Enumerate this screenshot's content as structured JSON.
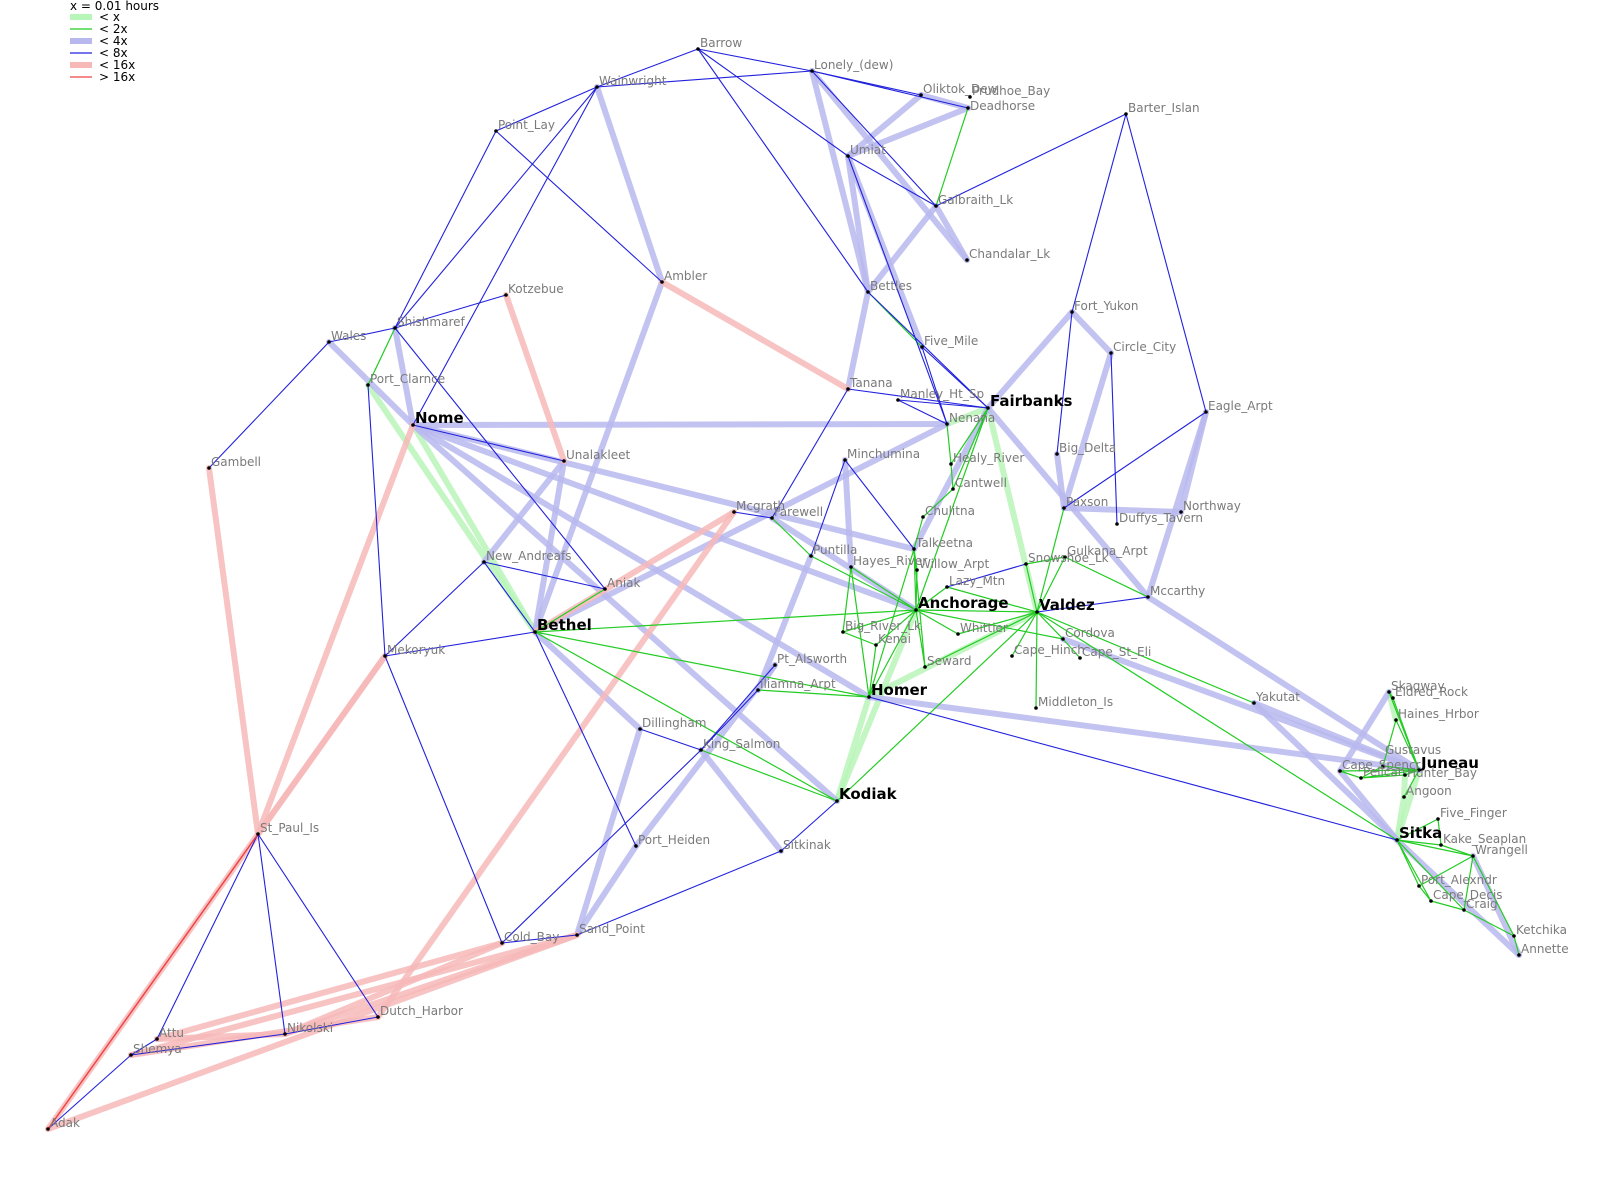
{
  "legend": {
    "title": "x = 0.01 hours",
    "entries": [
      {
        "label": "< x",
        "color": "#b8f5b8",
        "thick": true
      },
      {
        "label": "< 2x",
        "color": "#22cc22",
        "thick": false
      },
      {
        "label": "< 4x",
        "color": "#b8b8ee",
        "thick": true
      },
      {
        "label": "< 8x",
        "color": "#2222dd",
        "thick": false
      },
      {
        "label": "< 16x",
        "color": "#f7b8b8",
        "thick": true
      },
      {
        "label": "> 16x",
        "color": "#ee4444",
        "thick": false
      }
    ]
  },
  "nodes": [
    {
      "id": "Barrow",
      "label": "Barrow"
    },
    {
      "id": "Lonely",
      "label": "Lonely_(dew)"
    },
    {
      "id": "Wainwright",
      "label": "Wainwright"
    },
    {
      "id": "Oliktok",
      "label": "Oliktok_Dew"
    },
    {
      "id": "Prudhoe",
      "label": "Prudhoe_Bay"
    },
    {
      "id": "Deadhorse",
      "label": "Deadhorse"
    },
    {
      "id": "Barter",
      "label": "Barter_Islan"
    },
    {
      "id": "PointLay",
      "label": "Point_Lay"
    },
    {
      "id": "Umiat",
      "label": "Umiat"
    },
    {
      "id": "Galbraith",
      "label": "Galbraith_Lk"
    },
    {
      "id": "Chandalar",
      "label": "Chandalar_Lk"
    },
    {
      "id": "Ambler",
      "label": "Ambler"
    },
    {
      "id": "Kotzebue",
      "label": "Kotzebue"
    },
    {
      "id": "Bettles",
      "label": "Bettles"
    },
    {
      "id": "FortYukon",
      "label": "Fort_Yukon"
    },
    {
      "id": "Shishmaref",
      "label": "Shishmaref"
    },
    {
      "id": "Wales",
      "label": "Wales"
    },
    {
      "id": "FiveMile",
      "label": "Five_Mile"
    },
    {
      "id": "CircleCity",
      "label": "Circle_City"
    },
    {
      "id": "PortClarnce",
      "label": "Port_Clarnce"
    },
    {
      "id": "Tanana",
      "label": "Tanana"
    },
    {
      "id": "Manley",
      "label": "Manley_Ht_Sp"
    },
    {
      "id": "Fairbanks",
      "label": "Fairbanks",
      "major": true
    },
    {
      "id": "EagleArpt",
      "label": "Eagle_Arpt"
    },
    {
      "id": "Nome",
      "label": "Nome",
      "major": true
    },
    {
      "id": "Nenana",
      "label": "Nenana"
    },
    {
      "id": "BigDelta",
      "label": "Big_Delta"
    },
    {
      "id": "Minchumina",
      "label": "Minchumina"
    },
    {
      "id": "HealyRiver",
      "label": "Healy_River"
    },
    {
      "id": "Unalakleet",
      "label": "Unalakleet"
    },
    {
      "id": "Gambell",
      "label": "Gambell"
    },
    {
      "id": "Cantwell",
      "label": "Cantwell"
    },
    {
      "id": "Mcgrath",
      "label": "Mcgrath"
    },
    {
      "id": "Paxson",
      "label": "Paxson"
    },
    {
      "id": "Northway",
      "label": "Northway"
    },
    {
      "id": "Farewell",
      "label": "Farewell"
    },
    {
      "id": "Chulitna",
      "label": "Chulitna"
    },
    {
      "id": "DuffysTavern",
      "label": "Duffys_Tavern"
    },
    {
      "id": "Talkeetna",
      "label": "Talkeetna"
    },
    {
      "id": "GulkanaArpt",
      "label": "Gulkana_Arpt"
    },
    {
      "id": "Puntilla",
      "label": "Puntilla"
    },
    {
      "id": "NewAndreafs",
      "label": "New_Andreafs"
    },
    {
      "id": "HayesRiver",
      "label": "Hayes_River"
    },
    {
      "id": "Snowshoe",
      "label": "Snowshoe_Lk"
    },
    {
      "id": "WillowArpt",
      "label": "Willow_Arpt"
    },
    {
      "id": "LazyMtn",
      "label": "Lazy_Mtn"
    },
    {
      "id": "Aniak",
      "label": "Aniak"
    },
    {
      "id": "Mccarthy",
      "label": "Mccarthy"
    },
    {
      "id": "Anchorage",
      "label": "Anchorage",
      "major": true
    },
    {
      "id": "Valdez",
      "label": "Valdez",
      "major": true
    },
    {
      "id": "Bethel",
      "label": "Bethel",
      "major": true
    },
    {
      "id": "BigRiverLk",
      "label": "Big_River_Lk"
    },
    {
      "id": "Whittier",
      "label": "Whittier"
    },
    {
      "id": "Cordova",
      "label": "Cordova"
    },
    {
      "id": "Kenai",
      "label": "Kenai"
    },
    {
      "id": "Mekoryuk",
      "label": "Mekoryuk"
    },
    {
      "id": "CapeHinch",
      "label": "Cape_Hinch"
    },
    {
      "id": "CapeStEli",
      "label": "Cape_St_Eli"
    },
    {
      "id": "Seward",
      "label": "Seward"
    },
    {
      "id": "PtAlsworth",
      "label": "Pt_Alsworth"
    },
    {
      "id": "Skagway",
      "label": "Skagway"
    },
    {
      "id": "Iliamna",
      "label": "Iliamna_Arpt"
    },
    {
      "id": "Homer",
      "label": "Homer",
      "major": true
    },
    {
      "id": "EldredRock",
      "label": "Eldred_Rock"
    },
    {
      "id": "Yakutat",
      "label": "Yakutat"
    },
    {
      "id": "MiddletonIs",
      "label": "Middleton_Is"
    },
    {
      "id": "HainesHrbor",
      "label": "Haines_Hrbor"
    },
    {
      "id": "Dillingham",
      "label": "Dillingham"
    },
    {
      "id": "KingSalmon",
      "label": "King_Salmon"
    },
    {
      "id": "Gustavus",
      "label": "Gustavus"
    },
    {
      "id": "Juneau",
      "label": "Juneau",
      "major": true
    },
    {
      "id": "CapeSpencer",
      "label": "Cape_Spencr"
    },
    {
      "id": "Pelican",
      "label": "Pelican"
    },
    {
      "id": "HunterBay",
      "label": "Hunter_Bay"
    },
    {
      "id": "Angoon",
      "label": "Angoon"
    },
    {
      "id": "Kodiak",
      "label": "Kodiak",
      "major": true
    },
    {
      "id": "FiveFinger",
      "label": "Five_Finger"
    },
    {
      "id": "StPaulIs",
      "label": "St_Paul_Is"
    },
    {
      "id": "Sitka",
      "label": "Sitka",
      "major": true
    },
    {
      "id": "KakeSeaplan",
      "label": "Kake_Seaplan"
    },
    {
      "id": "PortHeiden",
      "label": "Port_Heiden"
    },
    {
      "id": "Sitkinak",
      "label": "Sitkinak"
    },
    {
      "id": "Wrangell",
      "label": "Wrangell"
    },
    {
      "id": "PortAlexndr",
      "label": "Port_Alexndr"
    },
    {
      "id": "CapeDecis",
      "label": "Cape_Decis"
    },
    {
      "id": "Craig",
      "label": "Craig"
    },
    {
      "id": "ColdBay",
      "label": "Cold_Bay"
    },
    {
      "id": "SandPoint",
      "label": "Sand_Point"
    },
    {
      "id": "Ketchikan",
      "label": "Ketchika"
    },
    {
      "id": "Annette",
      "label": "Annette"
    },
    {
      "id": "DutchHarbor",
      "label": "Dutch_Harbor"
    },
    {
      "id": "Attu",
      "label": "Attu"
    },
    {
      "id": "Nikolski",
      "label": "Nikolski"
    },
    {
      "id": "Shemya",
      "label": "Shemya"
    },
    {
      "id": "Adak",
      "label": "Adak"
    }
  ],
  "edges": [
    [
      "Barrow",
      "Wainwright",
      4
    ],
    [
      "Barrow",
      "Lonely",
      4
    ],
    [
      "Barrow",
      "Umiat",
      4
    ],
    [
      "Barrow",
      "Bettles",
      4
    ],
    [
      "Wainwright",
      "Lonely",
      4
    ],
    [
      "Wainwright",
      "PointLay",
      4
    ],
    [
      "Wainwright",
      "Nome",
      4
    ],
    [
      "Wainwright",
      "Ambler",
      3
    ],
    [
      "Wainwright",
      "Shishmaref",
      4
    ],
    [
      "Lonely",
      "Oliktok",
      4
    ],
    [
      "Lonely",
      "Deadhorse",
      4
    ],
    [
      "Lonely",
      "Galbraith",
      4
    ],
    [
      "Lonely",
      "Bettles",
      3
    ],
    [
      "Lonely",
      "Chandalar",
      3
    ],
    [
      "Oliktok",
      "Deadhorse",
      3
    ],
    [
      "Oliktok",
      "Umiat",
      3
    ],
    [
      "Deadhorse",
      "Galbraith",
      2
    ],
    [
      "Deadhorse",
      "Umiat",
      3
    ],
    [
      "Barter",
      "Galbraith",
      4
    ],
    [
      "Barter",
      "FortYukon",
      4
    ],
    [
      "Barter",
      "EagleArpt",
      4
    ],
    [
      "PointLay",
      "Shishmaref",
      4
    ],
    [
      "PointLay",
      "Ambler",
      4
    ],
    [
      "Umiat",
      "Bettles",
      3
    ],
    [
      "Umiat",
      "Galbraith",
      4
    ],
    [
      "Umiat",
      "FiveMile",
      3
    ],
    [
      "Umiat",
      "Nenana",
      4
    ],
    [
      "Galbraith",
      "Bettles",
      3
    ],
    [
      "Galbraith",
      "Chandalar",
      3
    ],
    [
      "Ambler",
      "Tanana",
      5
    ],
    [
      "Ambler",
      "Bethel",
      3
    ],
    [
      "Kotzebue",
      "Shishmaref",
      4
    ],
    [
      "Kotzebue",
      "Unalakleet",
      5
    ],
    [
      "Bettles",
      "FiveMile",
      2
    ],
    [
      "Bettles",
      "Fairbanks",
      4
    ],
    [
      "Bettles",
      "Tanana",
      3
    ],
    [
      "FortYukon",
      "Fairbanks",
      3
    ],
    [
      "FortYukon",
      "BigDelta",
      4
    ],
    [
      "FortYukon",
      "CircleCity",
      3
    ],
    [
      "CircleCity",
      "Paxson",
      3
    ],
    [
      "CircleCity",
      "DuffysTavern",
      4
    ],
    [
      "Shishmaref",
      "Wales",
      4
    ],
    [
      "Shishmaref",
      "PortClarnce",
      2
    ],
    [
      "Shishmaref",
      "Nome",
      3
    ],
    [
      "Shishmaref",
      "Aniak",
      4
    ],
    [
      "Wales",
      "Gambell",
      4
    ],
    [
      "Wales",
      "Nome",
      3
    ],
    [
      "PortClarnce",
      "Mekoryuk",
      4
    ],
    [
      "PortClarnce",
      "Bethel",
      1
    ],
    [
      "FiveMile",
      "Nenana",
      4
    ],
    [
      "FiveMile",
      "Fairbanks",
      4
    ],
    [
      "Tanana",
      "Farewell",
      4
    ],
    [
      "Tanana",
      "Fairbanks",
      4
    ],
    [
      "Manley",
      "Fairbanks",
      4
    ],
    [
      "Manley",
      "Nenana",
      4
    ],
    [
      "Fairbanks",
      "Nenana",
      1
    ],
    [
      "Fairbanks",
      "HealyRiver",
      2
    ],
    [
      "Fairbanks",
      "Cantwell",
      2
    ],
    [
      "Fairbanks",
      "Anchorage",
      2
    ],
    [
      "Fairbanks",
      "Talkeetna",
      3
    ],
    [
      "Fairbanks",
      "Valdez",
      1
    ],
    [
      "Fairbanks",
      "Mccarthy",
      3
    ],
    [
      "EagleArpt",
      "Paxson",
      4
    ],
    [
      "EagleArpt",
      "Northway",
      3
    ],
    [
      "EagleArpt",
      "Mccarthy",
      3
    ],
    [
      "Nome",
      "Nenana",
      3
    ],
    [
      "Nome",
      "Unalakleet",
      4
    ],
    [
      "Nome",
      "Bethel",
      1
    ],
    [
      "Nome",
      "StPaulIs",
      5
    ],
    [
      "Nome",
      "Anchorage",
      3
    ],
    [
      "Nome",
      "Kodiak",
      3
    ],
    [
      "Nome",
      "Homer",
      3
    ],
    [
      "Nome",
      "Talkeetna",
      3
    ],
    [
      "Nenana",
      "Bethel",
      3
    ],
    [
      "Nenana",
      "HealyRiver",
      2
    ],
    [
      "Unalakleet",
      "NewAndreafs",
      3
    ],
    [
      "Unalakleet",
      "Bethel",
      3
    ],
    [
      "Gambell",
      "StPaulIs",
      5
    ],
    [
      "Mcgrath",
      "Bethel",
      5
    ],
    [
      "Mcgrath",
      "Farewell",
      4
    ],
    [
      "Mcgrath",
      "DutchHarbor",
      5
    ],
    [
      "Paxson",
      "BigDelta",
      3
    ],
    [
      "Paxson",
      "Northway",
      3
    ],
    [
      "Paxson",
      "Valdez",
      2
    ],
    [
      "Farewell",
      "Puntilla",
      2
    ],
    [
      "Farewell",
      "Anchorage",
      3
    ],
    [
      "Minchumina",
      "Puntilla",
      4
    ],
    [
      "Minchumina",
      "Talkeetna",
      4
    ],
    [
      "Minchumina",
      "HayesRiver",
      3
    ],
    [
      "HealyRiver",
      "Cantwell",
      2
    ],
    [
      "Cantwell",
      "Chulitna",
      2
    ],
    [
      "Chulitna",
      "Talkeetna",
      2
    ],
    [
      "Talkeetna",
      "WillowArpt",
      2
    ],
    [
      "Talkeetna",
      "Anchorage",
      2
    ],
    [
      "Talkeetna",
      "Homer",
      2
    ],
    [
      "Talkeetna",
      "Seward",
      2
    ],
    [
      "GulkanaArpt",
      "Snowshoe",
      2
    ],
    [
      "GulkanaArpt",
      "Valdez",
      2
    ],
    [
      "GulkanaArpt",
      "Mccarthy",
      2
    ],
    [
      "Puntilla",
      "Anchorage",
      2
    ],
    [
      "Puntilla",
      "Iliamna",
      3
    ],
    [
      "NewAndreafs",
      "Aniak",
      4
    ],
    [
      "NewAndreafs",
      "Bethel",
      4
    ],
    [
      "NewAndreafs",
      "Mekoryuk",
      4
    ],
    [
      "HayesRiver",
      "Anchorage",
      2
    ],
    [
      "HayesRiver",
      "Homer",
      2
    ],
    [
      "HayesRiver",
      "BigRiverLk",
      2
    ],
    [
      "Snowshoe",
      "LazyMtn",
      4
    ],
    [
      "Snowshoe",
      "Valdez",
      2
    ],
    [
      "WillowArpt",
      "Anchorage",
      2
    ],
    [
      "LazyMtn",
      "Anchorage",
      2
    ],
    [
      "LazyMtn",
      "Valdez",
      2
    ],
    [
      "Aniak",
      "Bethel",
      2
    ],
    [
      "Mccarthy",
      "Valdez",
      4
    ],
    [
      "Mccarthy",
      "Juneau",
      3
    ],
    [
      "Anchorage",
      "Valdez",
      2
    ],
    [
      "Anchorage",
      "Bethel",
      2
    ],
    [
      "Anchorage",
      "Homer",
      2
    ],
    [
      "Anchorage",
      "Kenai",
      2
    ],
    [
      "Anchorage",
      "Seward",
      2
    ],
    [
      "Anchorage",
      "Whittier",
      2
    ],
    [
      "Anchorage",
      "Kodiak",
      1
    ],
    [
      "Anchorage",
      "Cordova",
      2
    ],
    [
      "Anchorage",
      "BigRiverLk",
      2
    ],
    [
      "Valdez",
      "Cordova",
      2
    ],
    [
      "Valdez",
      "Whittier",
      2
    ],
    [
      "Valdez",
      "Homer",
      1
    ],
    [
      "Valdez",
      "CapeHinch",
      2
    ],
    [
      "Valdez",
      "MiddletonIs",
      2
    ],
    [
      "Valdez",
      "Seward",
      2
    ],
    [
      "Valdez",
      "Yakutat",
      2
    ],
    [
      "Valdez",
      "Kodiak",
      2
    ],
    [
      "Valdez",
      "Sitka",
      2
    ],
    [
      "Bethel",
      "Mekoryuk",
      4
    ],
    [
      "Bethel",
      "Homer",
      2
    ],
    [
      "Bethel",
      "Kodiak",
      2
    ],
    [
      "Bethel",
      "PortHeiden",
      4
    ],
    [
      "Bethel",
      "Dillingham",
      3
    ],
    [
      "BigRiverLk",
      "Kenai",
      2
    ],
    [
      "Kenai",
      "Homer",
      2
    ],
    [
      "Cordova",
      "CapeStEli",
      2
    ],
    [
      "Cordova",
      "Juneau",
      3
    ],
    [
      "Mekoryuk",
      "StPaulIs",
      5
    ],
    [
      "Mekoryuk",
      "ColdBay",
      4
    ],
    [
      "Mekoryuk",
      "Adak",
      5
    ],
    [
      "PtAlsworth",
      "Iliamna",
      3
    ],
    [
      "PtAlsworth",
      "PortHeiden",
      3
    ],
    [
      "PtAlsworth",
      "KingSalmon",
      4
    ],
    [
      "Iliamna",
      "KingSalmon",
      4
    ],
    [
      "Iliamna",
      "Homer",
      2
    ],
    [
      "Homer",
      "Kodiak",
      1
    ],
    [
      "Homer",
      "Juneau",
      3
    ],
    [
      "Homer",
      "Sitka",
      4
    ],
    [
      "Skagway",
      "EldredRock",
      2
    ],
    [
      "Skagway",
      "HainesHrbor",
      1
    ],
    [
      "Skagway",
      "Juneau",
      2
    ],
    [
      "Skagway",
      "CapeSpencer",
      3
    ],
    [
      "EldredRock",
      "Juneau",
      2
    ],
    [
      "HainesHrbor",
      "Juneau",
      2
    ],
    [
      "HainesHrbor",
      "Gustavus",
      2
    ],
    [
      "Yakutat",
      "Juneau",
      3
    ],
    [
      "Yakutat",
      "Sitka",
      3
    ],
    [
      "Dillingham",
      "KingSalmon",
      4
    ],
    [
      "Dillingham",
      "SandPoint",
      3
    ],
    [
      "KingSalmon",
      "Kodiak",
      2
    ],
    [
      "KingSalmon",
      "ColdBay",
      4
    ],
    [
      "KingSalmon",
      "Sitkinak",
      3
    ],
    [
      "Gustavus",
      "Juneau",
      2
    ],
    [
      "Gustavus",
      "Pelican",
      2
    ],
    [
      "Juneau",
      "Angoon",
      2
    ],
    [
      "Juneau",
      "Sitka",
      1
    ],
    [
      "Juneau",
      "HunterBay",
      2
    ],
    [
      "Juneau",
      "CapeSpencer",
      2
    ],
    [
      "Juneau",
      "Pelican",
      2
    ],
    [
      "CapeSpencer",
      "Pelican",
      2
    ],
    [
      "CapeSpencer",
      "Sitka",
      3
    ],
    [
      "Pelican",
      "HunterBay",
      2
    ],
    [
      "HunterBay",
      "Angoon",
      1
    ],
    [
      "Angoon",
      "Sitka",
      1
    ],
    [
      "Kodiak",
      "Sitkinak",
      4
    ],
    [
      "FiveFinger",
      "KakeSeaplan",
      2
    ],
    [
      "FiveFinger",
      "Sitka",
      2
    ],
    [
      "StPaulIs",
      "Nikolski",
      4
    ],
    [
      "StPaulIs",
      "DutchHarbor",
      4
    ],
    [
      "StPaulIs",
      "Attu",
      4
    ],
    [
      "StPaulIs",
      "Adak",
      6
    ],
    [
      "Sitka",
      "KakeSeaplan",
      2
    ],
    [
      "Sitka",
      "PortAlexndr",
      2
    ],
    [
      "Sitka",
      "CapeDecis",
      2
    ],
    [
      "Sitka",
      "Craig",
      2
    ],
    [
      "Sitka",
      "Wrangell",
      2
    ],
    [
      "Sitka",
      "Annette",
      3
    ],
    [
      "KakeSeaplan",
      "Wrangell",
      2
    ],
    [
      "PortHeiden",
      "SandPoint",
      3
    ],
    [
      "Sitkinak",
      "SandPoint",
      4
    ],
    [
      "Wrangell",
      "Craig",
      2
    ],
    [
      "Wrangell",
      "Ketchikan",
      2
    ],
    [
      "Wrangell",
      "PortAlexndr",
      2
    ],
    [
      "Wrangell",
      "Annette",
      3
    ],
    [
      "PortAlexndr",
      "CapeDecis",
      2
    ],
    [
      "CapeDecis",
      "Craig",
      2
    ],
    [
      "Craig",
      "Ketchikan",
      2
    ],
    [
      "Ketchikan",
      "Annette",
      2
    ],
    [
      "ColdBay",
      "SandPoint",
      4
    ],
    [
      "ColdBay",
      "Nikolski",
      5
    ],
    [
      "ColdBay",
      "Attu",
      5
    ],
    [
      "SandPoint",
      "Shemya",
      5
    ],
    [
      "SandPoint",
      "Adak",
      5
    ],
    [
      "SandPoint",
      "Nikolski",
      5
    ],
    [
      "DutchHarbor",
      "Nikolski",
      4
    ],
    [
      "DutchHarbor",
      "Shemya",
      5
    ],
    [
      "Attu",
      "Shemya",
      4
    ],
    [
      "Attu",
      "Nikolski",
      5
    ],
    [
      "Shemya",
      "Nikolski",
      4
    ],
    [
      "Shemya",
      "Adak",
      4
    ]
  ]
}
